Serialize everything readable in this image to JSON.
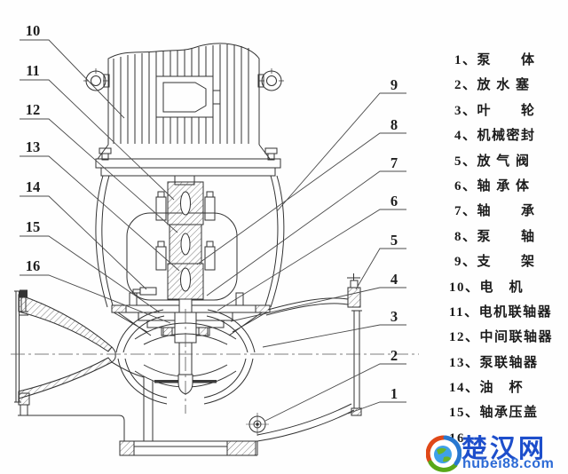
{
  "diagram": {
    "callouts": {
      "left": [
        {
          "label": "10"
        },
        {
          "label": "11"
        },
        {
          "label": "12"
        },
        {
          "label": "13"
        },
        {
          "label": "14"
        },
        {
          "label": "15"
        },
        {
          "label": "16"
        }
      ],
      "right": [
        {
          "label": "9"
        },
        {
          "label": "8"
        },
        {
          "label": "7"
        },
        {
          "label": "6"
        },
        {
          "label": "5"
        },
        {
          "label": "4"
        },
        {
          "label": "3"
        },
        {
          "label": "2"
        },
        {
          "label": "1"
        }
      ]
    }
  },
  "legend": {
    "items": [
      {
        "label": "1、泵　　体"
      },
      {
        "label": "2、放 水 塞"
      },
      {
        "label": "3、叶　　轮"
      },
      {
        "label": "4、机械密封"
      },
      {
        "label": "5、放 气 阀"
      },
      {
        "label": "6、轴 承 体"
      },
      {
        "label": "7、轴　　承"
      },
      {
        "label": "8、泵　　轴"
      },
      {
        "label": "9、支　　架"
      },
      {
        "label": "10、电　机"
      },
      {
        "label": "11、电机联轴器"
      },
      {
        "label": "12、中间联轴器"
      },
      {
        "label": "13、泵联轴器"
      },
      {
        "label": "14、油　杯"
      },
      {
        "label": "15、轴承压盖"
      },
      {
        "label": "16、"
      }
    ]
  },
  "watermark": {
    "brand": "楚汉网",
    "domain": "hubei88.com",
    "colors": {
      "brand_blue": "#1d4ecb",
      "domain_blue": "#2d6bd6",
      "swirl_red": "#e04818",
      "swirl_green": "#58a818",
      "swirl_blue": "#2878d0"
    }
  },
  "colors": {
    "line": "#333333",
    "background": "#fefefe"
  }
}
